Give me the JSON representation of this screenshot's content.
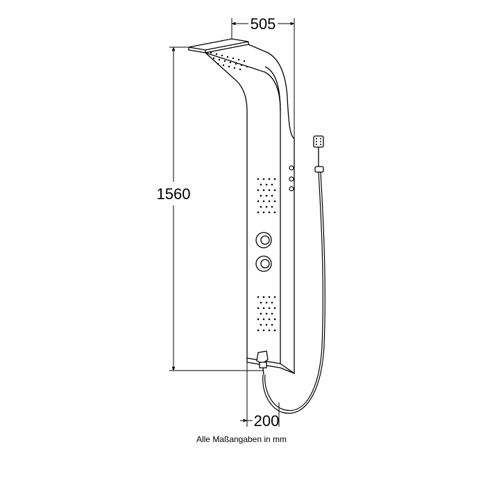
{
  "dimensions": {
    "width_top": "505",
    "height": "1560",
    "width_bottom": "200"
  },
  "caption": "Alle Maßangaben in mm",
  "colors": {
    "line": "#000000",
    "background": "#ffffff"
  }
}
